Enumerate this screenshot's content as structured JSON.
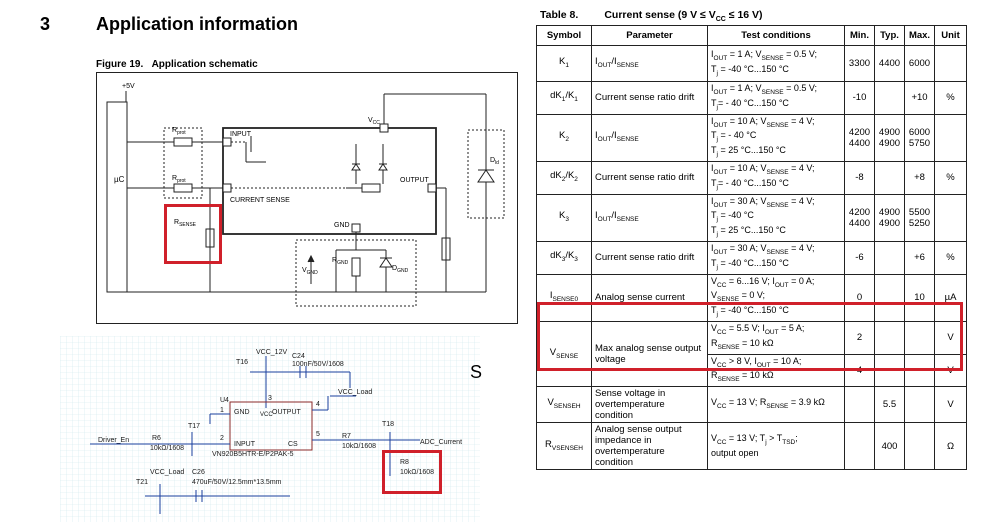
{
  "section": {
    "number": "3",
    "title": "Application information"
  },
  "figure": {
    "caption": "Figure 19.   Application schematic"
  },
  "schematic1": {
    "plus5v": "+5V",
    "uc": "µC",
    "rprot": "R",
    "rprot_sub": "prot",
    "rsense": "R",
    "rsense_sub": "SENSE",
    "vcc": "V",
    "vcc_sub": "CC",
    "input": "INPUT",
    "output": "OUTPUT",
    "current_sense": "CURRENT SENSE",
    "gnd": "GND",
    "vgnd": "V",
    "vgnd_sub": "GND",
    "rgnd": "R",
    "rgnd_sub": "GND",
    "dgnd": "D",
    "dgnd_sub": "GND",
    "dld": "D",
    "dld_sub": "ld"
  },
  "schematic2": {
    "vcc12": "VCC_12V",
    "c24": "C24",
    "c24_val": "100nF/50V/1608",
    "t16": "T16",
    "vcc_load": "VCC_Load",
    "u4": "U4",
    "gnd": "GND",
    "vcc": "VCC",
    "output": "OUTPUT",
    "input": "INPUT",
    "cs": "CS",
    "pin1": "1",
    "pin2": "2",
    "pin3": "3",
    "pin4": "4",
    "pin5": "5",
    "t17": "T17",
    "driver_en": "Driver_En",
    "r6": "R6",
    "r6_val": "10kΩ/1608",
    "part": "VN920B5HTR-E/P2PAK-5",
    "r7": "R7",
    "r7_val": "10kΩ/1608",
    "t18": "T18",
    "adc": "ADC_Current",
    "r8": "R8",
    "r8_val": "10kΩ/1608",
    "vcc_load2": "VCC_Load",
    "c26": "C26",
    "c26_val": "470uF/50V/12.5mm*13.5mm",
    "t21": "T21"
  },
  "cut_text": "S",
  "table": {
    "caption_num": "Table 8.",
    "caption_title": "Current sense (9 V ≤ V",
    "caption_sub": "CC",
    "caption_tail": " ≤ 16 V)",
    "headers": [
      "Symbol",
      "Parameter",
      "Test conditions",
      "Min.",
      "Typ.",
      "Max.",
      "Unit"
    ],
    "rows": [
      {
        "sym": "K",
        "sym_sub": "1",
        "param": "I_OUT/I_SENSE",
        "cond": [
          "I_OUT = 1 A; V_SENSE = 0.5 V;",
          "T_j = -40 °C...150 °C"
        ],
        "min": "3300",
        "typ": "4400",
        "max": "6000",
        "unit": ""
      },
      {
        "sym": "dK1/K1",
        "param": "Current sense ratio drift",
        "cond": [
          "I_OUT = 1 A; V_SENSE = 0.5 V;",
          "T_j= - 40 °C...150 °C"
        ],
        "min": "-10",
        "typ": "",
        "max": "+10",
        "unit": "%"
      },
      {
        "sym": "K",
        "sym_sub": "2",
        "param": "I_OUT/I_SENSE",
        "cond": [
          "I_OUT = 10 A; V_SENSE = 4 V;",
          "T_j = - 40 °C",
          "T_j = 25 °C...150 °C"
        ],
        "min": "4200\n4400",
        "typ": "4900\n4900",
        "max": "6000\n5750",
        "unit": ""
      },
      {
        "sym": "dK2/K2",
        "param": "Current sense ratio drift",
        "cond": [
          "I_OUT = 10 A; V_SENSE = 4 V;",
          "T_j= - 40 °C...150 °C"
        ],
        "min": "-8",
        "typ": "",
        "max": "+8",
        "unit": "%"
      },
      {
        "sym": "K",
        "sym_sub": "3",
        "param": "I_OUT/I_SENSE",
        "cond": [
          "I_OUT = 30 A; V_SENSE = 4 V;",
          "T_j = -40 °C",
          "T_j = 25 °C...150 °C"
        ],
        "min": "4200\n4400",
        "typ": "4900\n4900",
        "max": "5500\n5250",
        "unit": ""
      },
      {
        "sym": "dK3/K3",
        "param": "Current sense ratio drift",
        "cond": [
          "I_OUT = 30 A; V_SENSE = 4 V;",
          "T_j = -40 °C...150 °C"
        ],
        "min": "-6",
        "typ": "",
        "max": "+6",
        "unit": "%"
      },
      {
        "sym": "I_SENSE0",
        "param": "Analog sense current",
        "cond": [
          "V_CC = 6...16 V; I_OUT = 0 A;",
          "V_SENSE = 0 V;",
          "T_j = -40 °C...150 °C"
        ],
        "min": "0",
        "typ": "",
        "max": "10",
        "unit": "µA"
      },
      {
        "sym": "V_SENSE",
        "param": "Max analog sense output voltage",
        "cond": [
          "V_CC = 5.5 V; I_OUT = 5 A;",
          "R_SENSE = 10 kΩ"
        ],
        "min": "2",
        "typ": "",
        "max": "",
        "unit": "V"
      },
      {
        "sym": "",
        "param": "",
        "cond": [
          "V_CC > 8 V, I_OUT = 10 A;",
          "R_SENSE = 10 kΩ"
        ],
        "min": "4",
        "typ": "",
        "max": "",
        "unit": "V"
      },
      {
        "sym": "V_SENSEH",
        "param": "Sense voltage in overtemperature condition",
        "cond": [
          "V_CC = 13 V; R_SENSE = 3.9 kΩ"
        ],
        "min": "",
        "typ": "5.5",
        "max": "",
        "unit": "V"
      },
      {
        "sym": "R_VSENSEH",
        "param": "Analog sense output impedance in overtemperature condition",
        "cond": [
          "V_CC = 13 V; T_j > T_TSD;",
          "output open"
        ],
        "min": "",
        "typ": "400",
        "max": "",
        "unit": "Ω"
      }
    ]
  },
  "colors": {
    "highlight": "#d0202a",
    "grid": "#cfe7ec",
    "wire2": "#1a3f9e",
    "ink": "#222222"
  }
}
